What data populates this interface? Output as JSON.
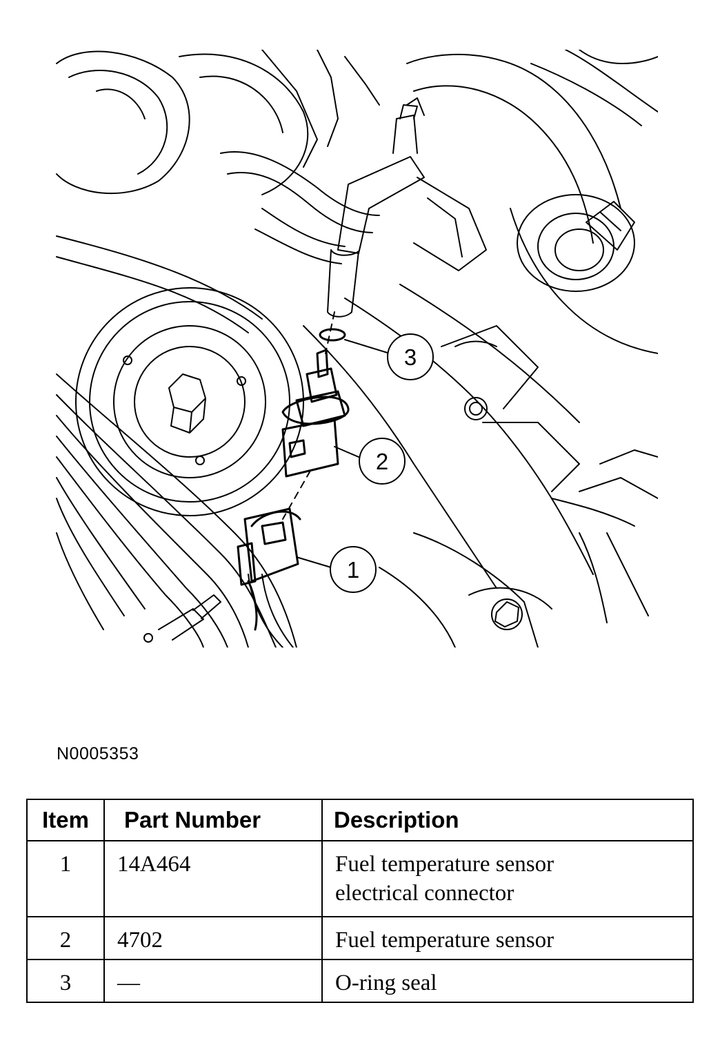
{
  "figure": {
    "id": "N0005353",
    "callouts": [
      "3",
      "2",
      "1"
    ]
  },
  "parts_table": {
    "headers": {
      "item": "Item",
      "part_number": "Part Number",
      "description": "Description"
    },
    "rows": [
      {
        "item": "1",
        "part_number": "14A464",
        "description": "Fuel temperature sensor electrical connector"
      },
      {
        "item": "2",
        "part_number": "4702",
        "description": "Fuel temperature sensor"
      },
      {
        "item": "3",
        "part_number": "—",
        "description": "O-ring seal"
      }
    ]
  }
}
